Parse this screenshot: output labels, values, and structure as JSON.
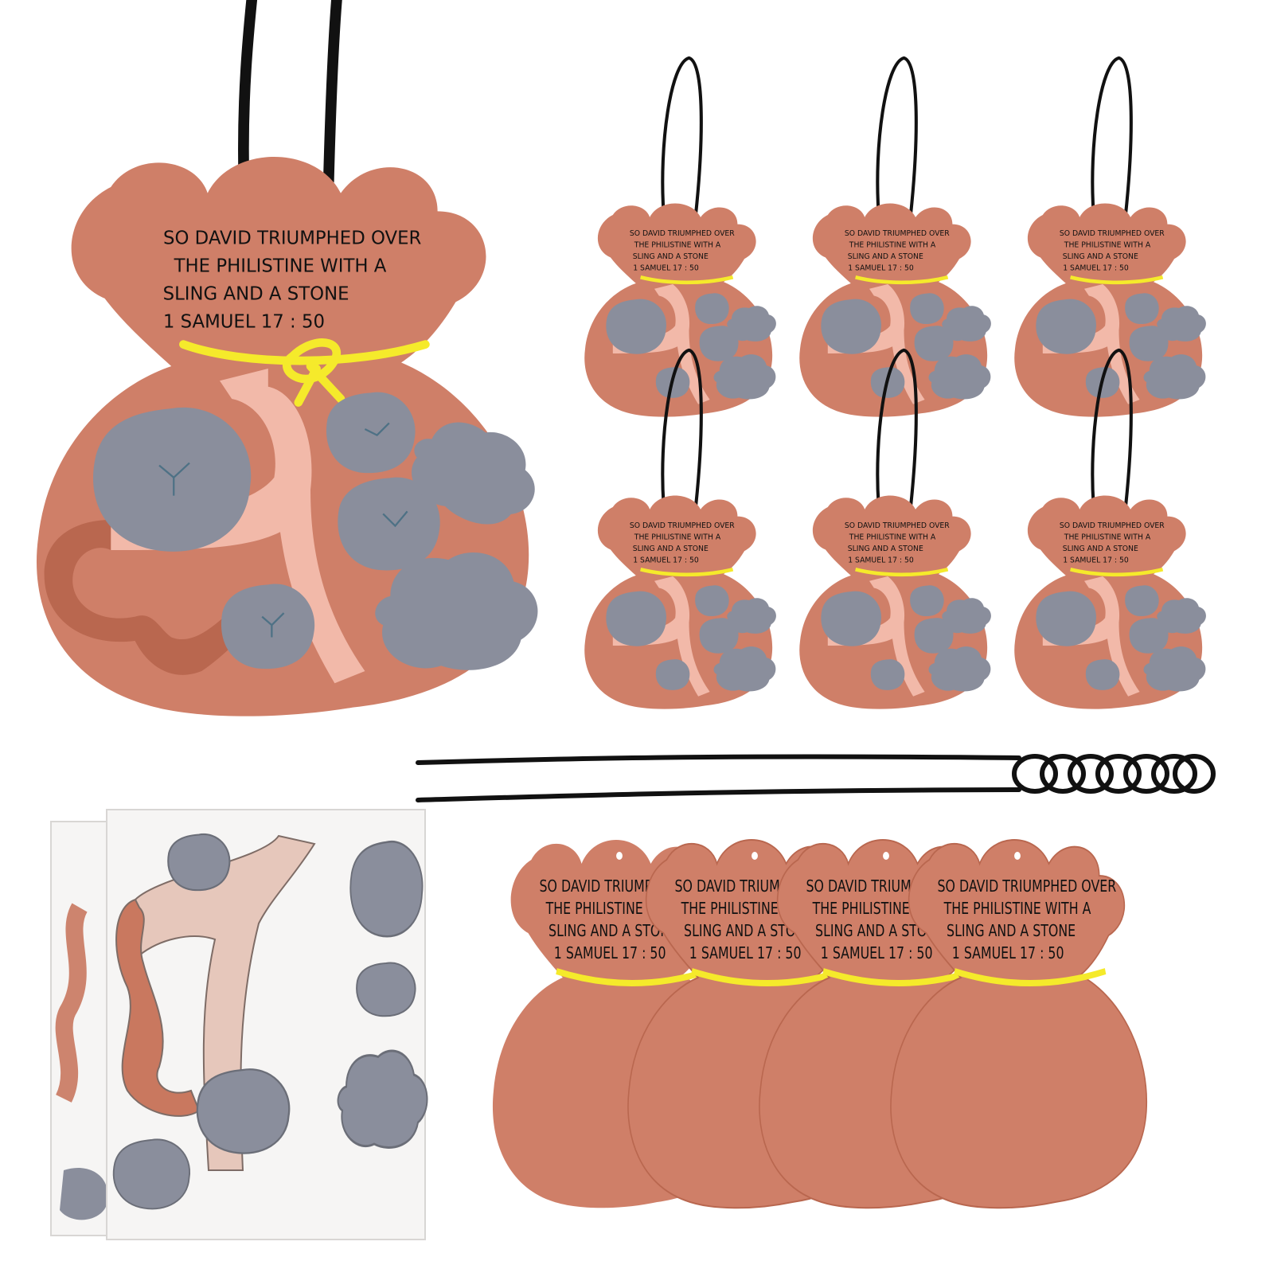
{
  "product": {
    "verse_lines": [
      "SO DAVID TRIUMPHED OVER",
      "THE PHILISTINE WITH A",
      "SLING AND A STONE",
      "1 SAMUEL 17 : 50"
    ]
  },
  "colors": {
    "background": "#ffffff",
    "bag_felt": "#cf7f68",
    "bag_felt_shadow": "#b9674f",
    "stone_felt": "#8a8e9c",
    "stone_stitch": "#3e6a80",
    "sling_felt": "#f2b9a9",
    "yarn_tie": "#f5ea2b",
    "cord": "#111111",
    "sticker_sheet": "#f6f5f4"
  },
  "items": {
    "finished_ornament_large": {
      "count": 1,
      "has_cord": true,
      "has_stones": true
    },
    "finished_ornaments_small": {
      "count": 6
    },
    "loose_cords": {
      "count": 2
    },
    "blank_bag_cutouts": {
      "count": 4,
      "has_verse": true
    },
    "sticker_sheets": {
      "count": 2,
      "icons": [
        "stone-sticker-icon",
        "sling-sticker-icon"
      ]
    }
  }
}
